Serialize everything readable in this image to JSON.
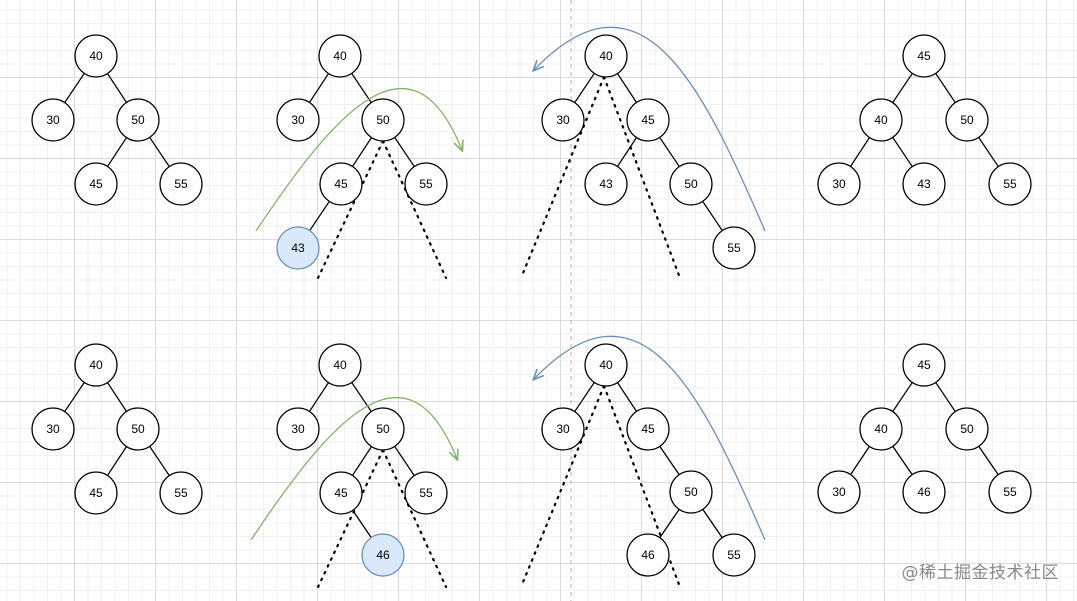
{
  "colors": {
    "node_fill": "#ffffff",
    "highlight_fill": "#dae8fc",
    "highlight_stroke": "#6c8ebf",
    "rotation_arrow_green": "#82b366",
    "rotation_arrow_blue": "#6c8ebf",
    "grid": "#dcdcdc"
  },
  "rows": [
    {
      "trees": [
        {
          "nodes": [
            {
              "id": "a",
              "value": "40"
            },
            {
              "id": "b",
              "value": "30"
            },
            {
              "id": "c",
              "value": "50"
            },
            {
              "id": "d",
              "value": "45"
            },
            {
              "id": "e",
              "value": "55"
            }
          ]
        },
        {
          "nodes": [
            {
              "id": "a",
              "value": "40"
            },
            {
              "id": "b",
              "value": "30"
            },
            {
              "id": "c",
              "value": "50"
            },
            {
              "id": "d",
              "value": "45"
            },
            {
              "id": "e",
              "value": "55"
            },
            {
              "id": "f",
              "value": "43",
              "inserted": true
            }
          ]
        },
        {
          "nodes": [
            {
              "id": "a",
              "value": "40"
            },
            {
              "id": "b",
              "value": "30"
            },
            {
              "id": "c",
              "value": "45"
            },
            {
              "id": "d",
              "value": "43"
            },
            {
              "id": "e",
              "value": "50"
            },
            {
              "id": "f",
              "value": "55"
            }
          ]
        },
        {
          "nodes": [
            {
              "id": "a",
              "value": "45"
            },
            {
              "id": "b",
              "value": "40"
            },
            {
              "id": "c",
              "value": "50"
            },
            {
              "id": "d",
              "value": "30"
            },
            {
              "id": "e",
              "value": "43"
            },
            {
              "id": "f",
              "value": "55"
            }
          ]
        }
      ]
    },
    {
      "trees": [
        {
          "nodes": [
            {
              "id": "a",
              "value": "40"
            },
            {
              "id": "b",
              "value": "30"
            },
            {
              "id": "c",
              "value": "50"
            },
            {
              "id": "d",
              "value": "45"
            },
            {
              "id": "e",
              "value": "55"
            }
          ]
        },
        {
          "nodes": [
            {
              "id": "a",
              "value": "40"
            },
            {
              "id": "b",
              "value": "30"
            },
            {
              "id": "c",
              "value": "50"
            },
            {
              "id": "d",
              "value": "45"
            },
            {
              "id": "e",
              "value": "55"
            },
            {
              "id": "f",
              "value": "46",
              "inserted": true
            }
          ]
        },
        {
          "nodes": [
            {
              "id": "a",
              "value": "40"
            },
            {
              "id": "b",
              "value": "30"
            },
            {
              "id": "c",
              "value": "45"
            },
            {
              "id": "d",
              "value": "50"
            },
            {
              "id": "e",
              "value": "46"
            },
            {
              "id": "f",
              "value": "55"
            }
          ]
        },
        {
          "nodes": [
            {
              "id": "a",
              "value": "45"
            },
            {
              "id": "b",
              "value": "40"
            },
            {
              "id": "c",
              "value": "50"
            },
            {
              "id": "d",
              "value": "30"
            },
            {
              "id": "e",
              "value": "46"
            },
            {
              "id": "f",
              "value": "55"
            }
          ]
        }
      ]
    }
  ],
  "watermark": "@稀土掘金技术社区"
}
